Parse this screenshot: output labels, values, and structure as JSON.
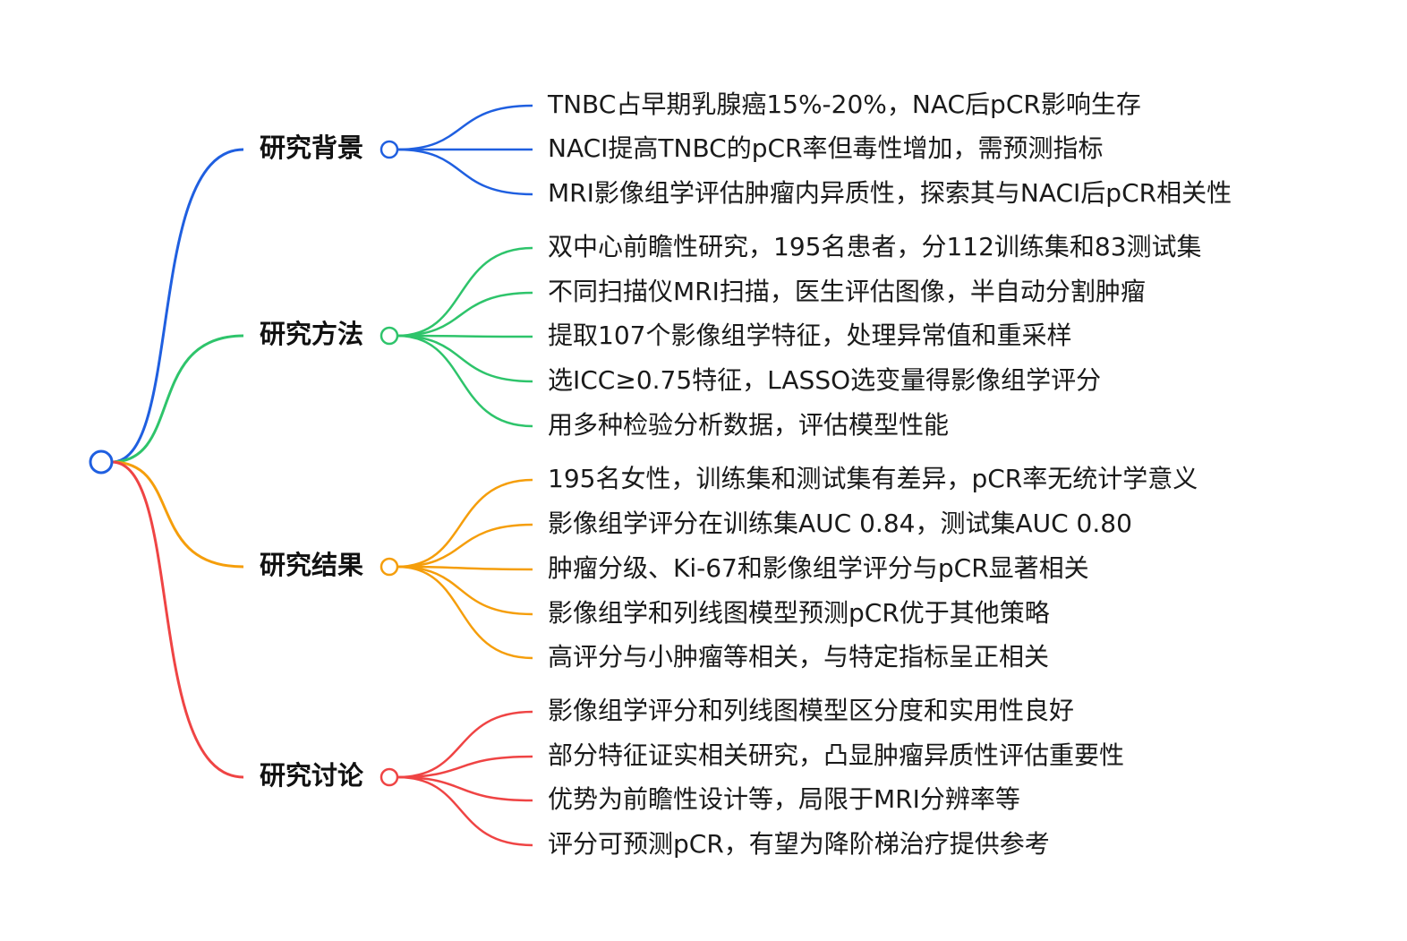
{
  "mindmap": {
    "root_label": "",
    "branches": [
      {
        "label": "研究背景",
        "color": "#1f5fe0",
        "leaves": [
          "TNBC占早期乳腺癌15%-20%，NAC后pCR影响生存",
          "NACI提高TNBC的pCR率但毒性增加，需预测指标",
          "MRI影像组学评估肿瘤内异质性，探索其与NACI后pCR相关性"
        ]
      },
      {
        "label": "研究方法",
        "color": "#2ec46b",
        "leaves": [
          "双中心前瞻性研究，195名患者，分112训练集和83测试集",
          "不同扫描仪MRI扫描，医生评估图像，半自动分割肿瘤",
          "提取107个影像组学特征，处理异常值和重采样",
          "选ICC≥0.75特征，LASSO选变量得影像组学评分",
          "用多种检验分析数据，评估模型性能"
        ]
      },
      {
        "label": "研究结果",
        "color": "#f59e0b",
        "leaves": [
          "195名女性，训练集和测试集有差异，pCR率无统计学意义",
          "影像组学评分在训练集AUC 0.84，测试集AUC 0.80",
          "肿瘤分级、Ki-67和影像组学评分与pCR显著相关",
          "影像组学和列线图模型预测pCR优于其他策略",
          "高评分与小肿瘤等相关，与特定指标呈正相关"
        ]
      },
      {
        "label": "研究讨论",
        "color": "#ef4444",
        "leaves": [
          "影像组学评分和列线图模型区分度和实用性良好",
          "部分特征证实相关研究，凸显肿瘤异质性评估重要性",
          "优势为前瞻性设计等，局限于MRI分辨率等",
          "评分可预测pCR，有望为降阶梯治疗提供参考"
        ]
      }
    ]
  }
}
